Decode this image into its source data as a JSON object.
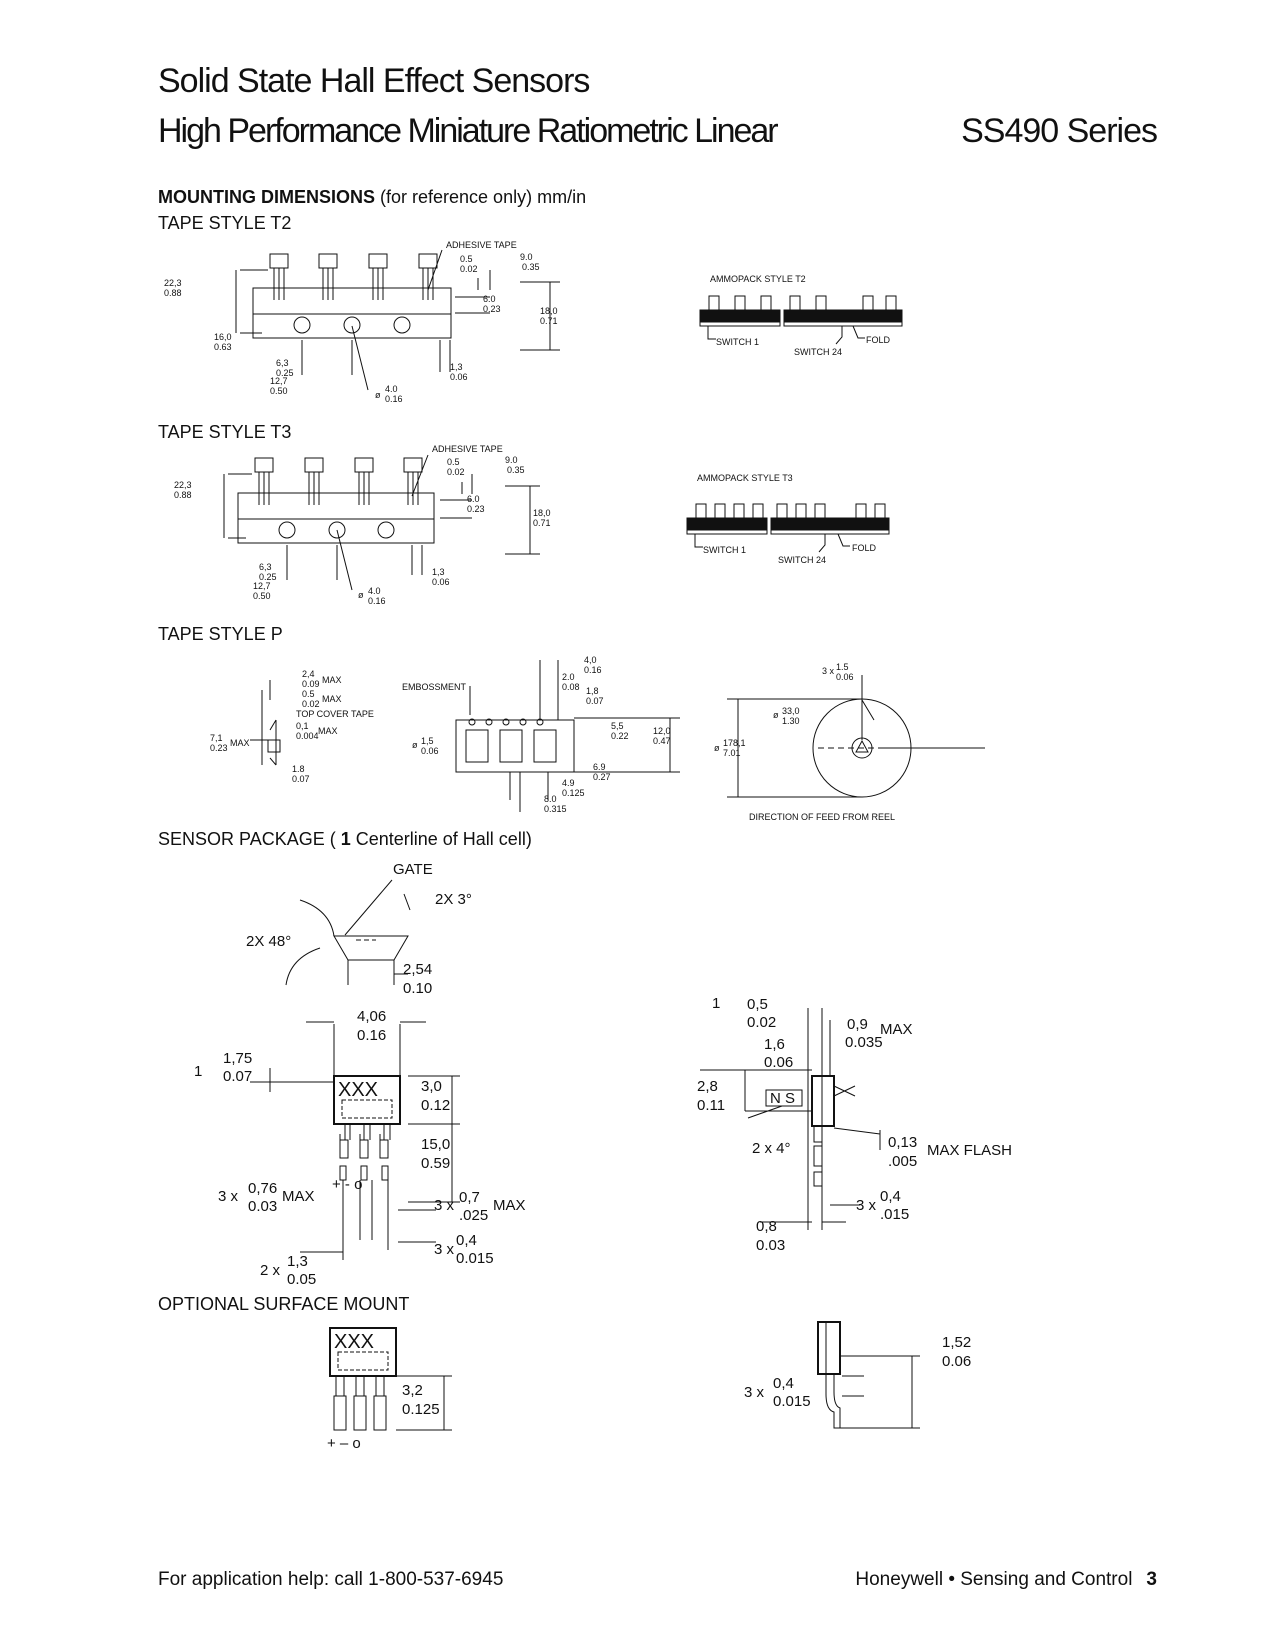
{
  "header": {
    "line1": "Solid State Hall Effect Sensors",
    "line2": "High Performance Miniature Ratiometric Linear",
    "series": "SS490 Series"
  },
  "mounting": {
    "heading_bold": "MOUNTING DIMENSIONS",
    "heading_rest": " (for reference only) mm/in"
  },
  "sections": {
    "t2": "TAPE STYLE T2",
    "t3": "TAPE STYLE T3",
    "p": "TAPE STYLE P",
    "pkg_pre": "SENSOR PACKAGE ( ",
    "pkg_num": "1",
    "pkg_post": " Centerline of Hall cell)",
    "smt": "OPTIONAL SURFACE MOUNT"
  },
  "t2": {
    "adhesive": "ADHESIVE TAPE",
    "d1": "22,3",
    "d1i": "0.88",
    "d2": "0.5",
    "d2i": "0.02",
    "d3": "9.0",
    "d3i": "0.35",
    "d4": "6.0",
    "d4i": "0.23",
    "d5": "18,0",
    "d5i": "0.71",
    "d6": "16,0",
    "d6i": "0.63",
    "d7": "6,3",
    "d7i": "0.25",
    "d8": "12,7",
    "d8i": "0.50",
    "d9": "1,3",
    "d9i": "0.06",
    "d10": "4.0",
    "d10i": "0.16",
    "phi": "ø",
    "ammo": "AMMOPACK STYLE T2",
    "sw1": "SWITCH  1",
    "sw24": "SWITCH 24",
    "fold": "FOLD"
  },
  "t3": {
    "adhesive": "ADHESIVE TAPE",
    "d1": "22,3",
    "d1i": "0.88",
    "d2": "0.5",
    "d2i": "0.02",
    "d3": "9.0",
    "d3i": "0.35",
    "d4": "6.0",
    "d4i": "0.23",
    "d5": "18,0",
    "d5i": "0.71",
    "d7": "6,3",
    "d7i": "0.25",
    "d8": "12,7",
    "d8i": "0.50",
    "d9": "1,3",
    "d9i": "0.06",
    "d10": "4.0",
    "d10i": "0.16",
    "phi": "ø",
    "ammo": "AMMOPACK STYLE T3",
    "sw1": "SWITCH  1",
    "sw24": "SWITCH 24",
    "fold": "FOLD"
  },
  "p": {
    "a": "2,4",
    "ai": "0.09",
    "max": "MAX",
    "b": "0.5",
    "bi": "0.02",
    "cover": "TOP COVER TAPE",
    "c": "0,1",
    "ci": "0.004",
    "d": "7,1",
    "di": "0.23",
    "e": "1.8",
    "ei": "0.07",
    "emb": "EMBOSSMENT",
    "f": "1,5",
    "fi": "0.06",
    "g": "4,0",
    "gi": "0.16",
    "h": "2.0",
    "hi": "0.08",
    "i": "1,8",
    "ii": "0.07",
    "j": "5,5",
    "ji": "0.22",
    "k": "12,0",
    "ki": "0.47",
    "l": "6.9",
    "li": "0.27",
    "n": "4.9",
    "ni": "0.125",
    "o": "8.0",
    "oi": "0.315",
    "r1": "1.5",
    "r1i": "0.06",
    "r2": "33,0",
    "r2i": "1.30",
    "r3": "178,1",
    "r3i": "7.01",
    "x3": "3 x",
    "phi": "ø",
    "feed": "DIRECTION OF FEED FROM REEL"
  },
  "pkg": {
    "gate": "GATE",
    "ang1": "2X 3°",
    "ang2": "2X 48°",
    "a": "2,54",
    "ai": "0.10",
    "b": "4,06",
    "bi": "0.16",
    "c": "1,75",
    "ci": "0.07",
    "d": "3,0",
    "di": "0.12",
    "e": "15,0",
    "ei": "0.59",
    "f": "0,76",
    "fi": "0.03",
    "g": "0,7",
    "gi": ".025",
    "h": "0,4",
    "hi": "0.015",
    "k": "1,3",
    "ki": "0.05",
    "x3": "3 x",
    "x2": "2 x",
    "max": "MAX",
    "mark": "XXX",
    "one": "1",
    "pol": "+  -  o",
    "side": {
      "a": "0,5",
      "ai": "0.02",
      "b": "0,9",
      "bi": "0.035",
      "max": "MAX",
      "c": "1,6",
      "ci": "0.06",
      "d": "2,8",
      "di": "0.11",
      "ns": "N S",
      "ang": "2 x 4°",
      "e": "0,13",
      "ei": ".005",
      "flash": "MAX FLASH",
      "f": "0,4",
      "fi": ".015",
      "g": "0,8",
      "gi": "0.03",
      "x3": "3 x"
    }
  },
  "smt": {
    "mark": "XXX",
    "a": "3,2",
    "ai": "0.125",
    "pol": "+  –  o",
    "b": "1,52",
    "bi": "0.06",
    "c": "0,4",
    "ci": "0.015",
    "x3": "3 x"
  },
  "footer": {
    "left": "For application help: call 1-800-537-6945",
    "right": "Honeywell • Sensing and Control",
    "page": "3"
  }
}
